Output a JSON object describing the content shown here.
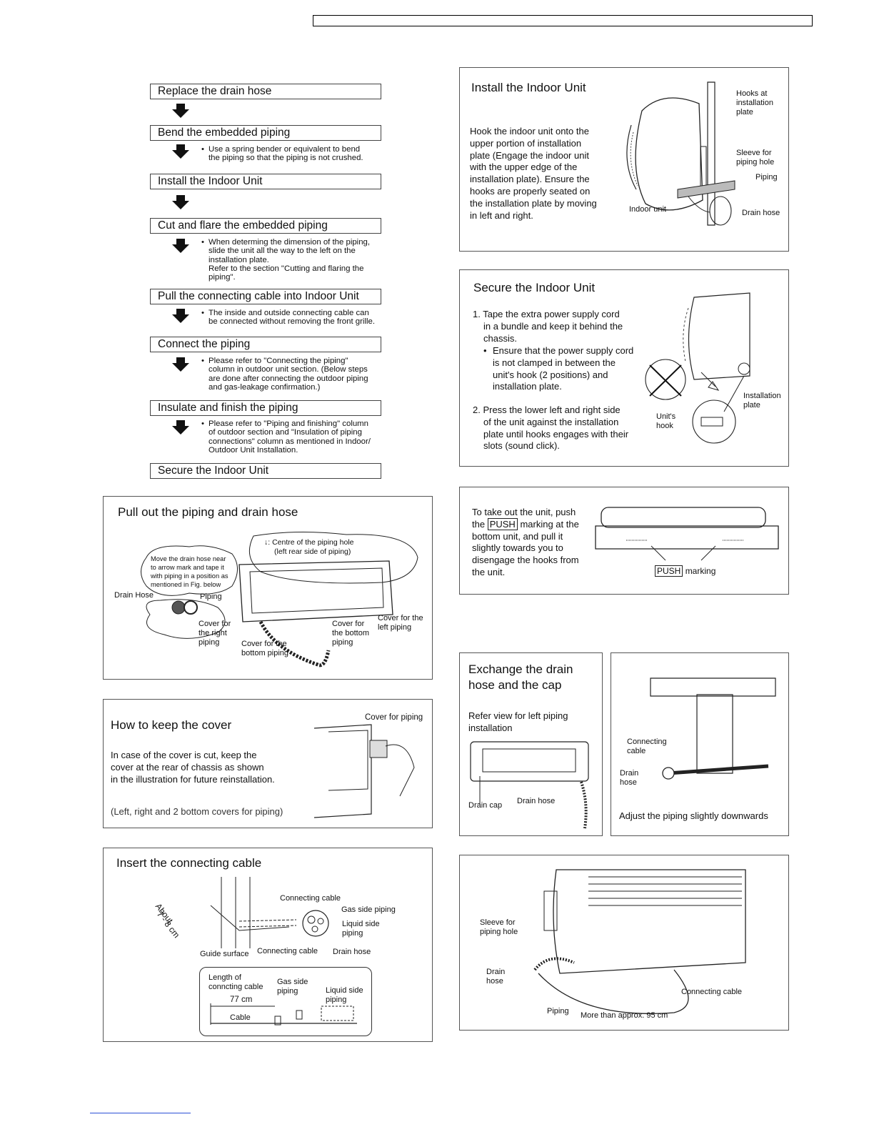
{
  "flow_steps": [
    {
      "label": "Replace the drain hose",
      "note": []
    },
    {
      "label": "Bend the embedded piping",
      "note": [
        "Use a spring bender or equivalent to bend",
        "the piping so that the piping is not crushed."
      ]
    },
    {
      "label": "Install the Indoor Unit",
      "note": []
    },
    {
      "label": "Cut and flare the embedded piping",
      "note": [
        "When determing the dimension of the piping,",
        "slide the unit all the way to the left on the",
        "installation plate.",
        "Refer to the section \"Cutting and flaring the",
        "piping\"."
      ]
    },
    {
      "label": "Pull the connecting cable into Indoor Unit",
      "note": [
        "The inside and outside connecting cable can",
        "be connected without removing the front grille."
      ]
    },
    {
      "label": "Connect the piping",
      "note": [
        "Please refer to \"Connecting the piping\"",
        "column in outdoor unit section. (Below steps",
        "are done after connecting the outdoor piping",
        "and gas-leakage confirmation.)"
      ]
    },
    {
      "label": "Insulate and finish the piping",
      "note": [
        "Please refer to \"Piping and finishing\" column",
        "of outdoor section and \"Insulation of piping",
        "connections\" column as mentioned in Indoor/",
        "Outdoor Unit Installation."
      ]
    },
    {
      "label": "Secure the Indoor Unit",
      "note": []
    }
  ],
  "bullet": "•",
  "install_indoor": {
    "title": "Install the Indoor Unit",
    "body": [
      "Hook the indoor unit onto the",
      "upper portion of installation",
      "plate (Engage the indoor unit",
      "with the upper edge of the",
      "installation plate). Ensure the",
      "hooks are properly seated on",
      "the installation plate by moving",
      "in left and right."
    ],
    "labels": {
      "hooks": [
        "Hooks at",
        "installation",
        "plate"
      ],
      "sleeve": [
        "Sleeve for",
        "piping hole"
      ],
      "piping": "Piping",
      "indoor_unit": "Indoor unit",
      "drain_hose": "Drain hose"
    }
  },
  "secure_indoor": {
    "title": "Secure the Indoor Unit",
    "item1": [
      "1. Tape the extra power supply cord",
      "in a bundle and keep it behind the",
      "chassis."
    ],
    "item1_bullet": [
      "Ensure that the power supply cord",
      "is not clamped in between the",
      "unit's hook (2 positions) and",
      "installation plate."
    ],
    "item2": [
      "2. Press the lower left and right side",
      "of the unit against the installation",
      "plate until hooks engages with their",
      "slots (sound click)."
    ],
    "labels": {
      "plate": [
        "Installation",
        "plate"
      ],
      "hook": [
        "Unit's",
        "hook"
      ]
    }
  },
  "take_out": {
    "body": [
      "To take out the unit, push",
      "the",
      "marking at the",
      "bottom unit, and pull it",
      "slightly towards you to",
      "disengage the hooks from",
      "the unit."
    ],
    "push": "PUSH",
    "marking": "marking"
  },
  "pull_out": {
    "title": "Pull out the piping and drain hose",
    "centre": [
      "↓: Centre of the piping hole",
      "(left rear side of piping)"
    ],
    "cloud": [
      "Move the drain hose near",
      "to arrow mark and tape it",
      "with piping in a position as",
      "mentioned in Fig. below"
    ],
    "drain_hose": "Drain Hose",
    "piping": "Piping",
    "cover_right": [
      "Cover for",
      "the right",
      "piping"
    ],
    "cover_bottom1": [
      "Cover for the",
      "bottom piping"
    ],
    "cover_bottom2": [
      "Cover for",
      "the bottom",
      "piping"
    ],
    "cover_left": [
      "Cover for the",
      "left piping"
    ]
  },
  "exchange": {
    "title": [
      "Exchange the drain",
      "hose and the cap"
    ],
    "body": [
      "Refer view for left piping",
      "installation"
    ],
    "drain_cap": "Drain cap",
    "drain_hose": "Drain hose"
  },
  "adjust": {
    "connecting_cable": [
      "Connecting",
      "cable"
    ],
    "drain_hose": [
      "Drain",
      "hose"
    ],
    "caption": "Adjust the piping slightly downwards"
  },
  "keep_cover": {
    "title": "How to keep the cover",
    "body": [
      "In case of the cover is cut, keep the",
      "cover at the rear of chassis as shown",
      "in the illustration for future reinstallation."
    ],
    "note": "(Left, right and 2 bottom covers for piping)",
    "cover_label": "Cover for piping"
  },
  "insert_cable": {
    "title": "Insert the connecting cable",
    "about": "About",
    "dist": "7 - 8 cm",
    "connecting_cable": "Connecting cable",
    "gas_side": "Gas side piping",
    "liquid_side": [
      "Liquid side",
      "piping"
    ],
    "guide_surface": "Guide surface",
    "connecting_cable2": "Connecting cable",
    "drain_hose": "Drain hose",
    "length_of": [
      "Length of",
      "conncting cable"
    ],
    "length": "77 cm",
    "cable": "Cable",
    "gas_side2": [
      "Gas side",
      "piping"
    ],
    "liquid_side2": [
      "Liquid side",
      "piping"
    ]
  },
  "final_view": {
    "sleeve": [
      "Sleeve for",
      "piping hole"
    ],
    "drain_hose": [
      "Drain",
      "hose"
    ],
    "piping": "Piping",
    "more_than": "More than approx. 95 cm",
    "connecting_cable": "Connecting cable"
  }
}
